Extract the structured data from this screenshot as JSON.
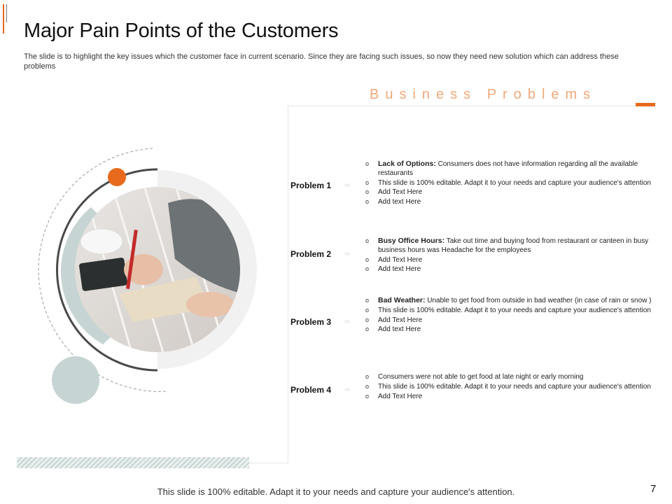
{
  "slide": {
    "title": "Major Pain Points of the Customers",
    "subtitle": "The slide is to highlight the key issues which the customer face in current scenario. Since they are facing such issues, so now they need new solution which can address these problems",
    "section_heading": "Business Problems",
    "footer_note": "This slide is 100% editable. Adapt it to your needs and capture your audience's attention.",
    "page_number": "7"
  },
  "colors": {
    "accent": "#e86a1d",
    "accent_light": "#f0a878",
    "teal_grey": "#c6d5d3",
    "ring_dark": "#4a4a4a",
    "ring_light": "#f0f0f0"
  },
  "problems": [
    {
      "label": "Problem 1",
      "bullets": [
        {
          "bold": "Lack of Options:",
          "text": " Consumers does not have information regarding all the available restaurants"
        },
        {
          "bold": "",
          "text": "This slide is 100% editable.  Adapt it to your needs and capture your audience's attention"
        },
        {
          "bold": "",
          "text": "Add Text Here"
        },
        {
          "bold": "",
          "text": "Add text Here"
        }
      ]
    },
    {
      "label": "Problem 2",
      "bullets": [
        {
          "bold": "Busy Office Hours:",
          "text": " Take out time and buying food from restaurant or canteen in busy business hours was Headache for the employees"
        },
        {
          "bold": "",
          "text": "Add Text Here"
        },
        {
          "bold": "",
          "text": "Add text Here"
        }
      ]
    },
    {
      "label": "Problem 3",
      "bullets": [
        {
          "bold": "Bad Weather:",
          "text": " Unable to get food from outside in bad weather (in case of rain or snow )"
        },
        {
          "bold": "",
          "text": "This slide is 100% editable.  Adapt it to your needs and capture your audience's attention"
        },
        {
          "bold": "",
          "text": "Add Text Here"
        },
        {
          "bold": "",
          "text": "Add text Here"
        }
      ]
    },
    {
      "label": "Problem 4",
      "bullets": [
        {
          "bold": "",
          "text": "Consumers were not able to get food at late night or early morning"
        },
        {
          "bold": "",
          "text": "This slide is 100% editable.  Adapt it to your needs and capture your audience's attention"
        },
        {
          "bold": "",
          "text": "Add Text Here"
        }
      ]
    }
  ],
  "icons": {
    "bullet_marker": "o",
    "chevron": "›››",
    "photo": "writing-in-notebook-photo"
  }
}
